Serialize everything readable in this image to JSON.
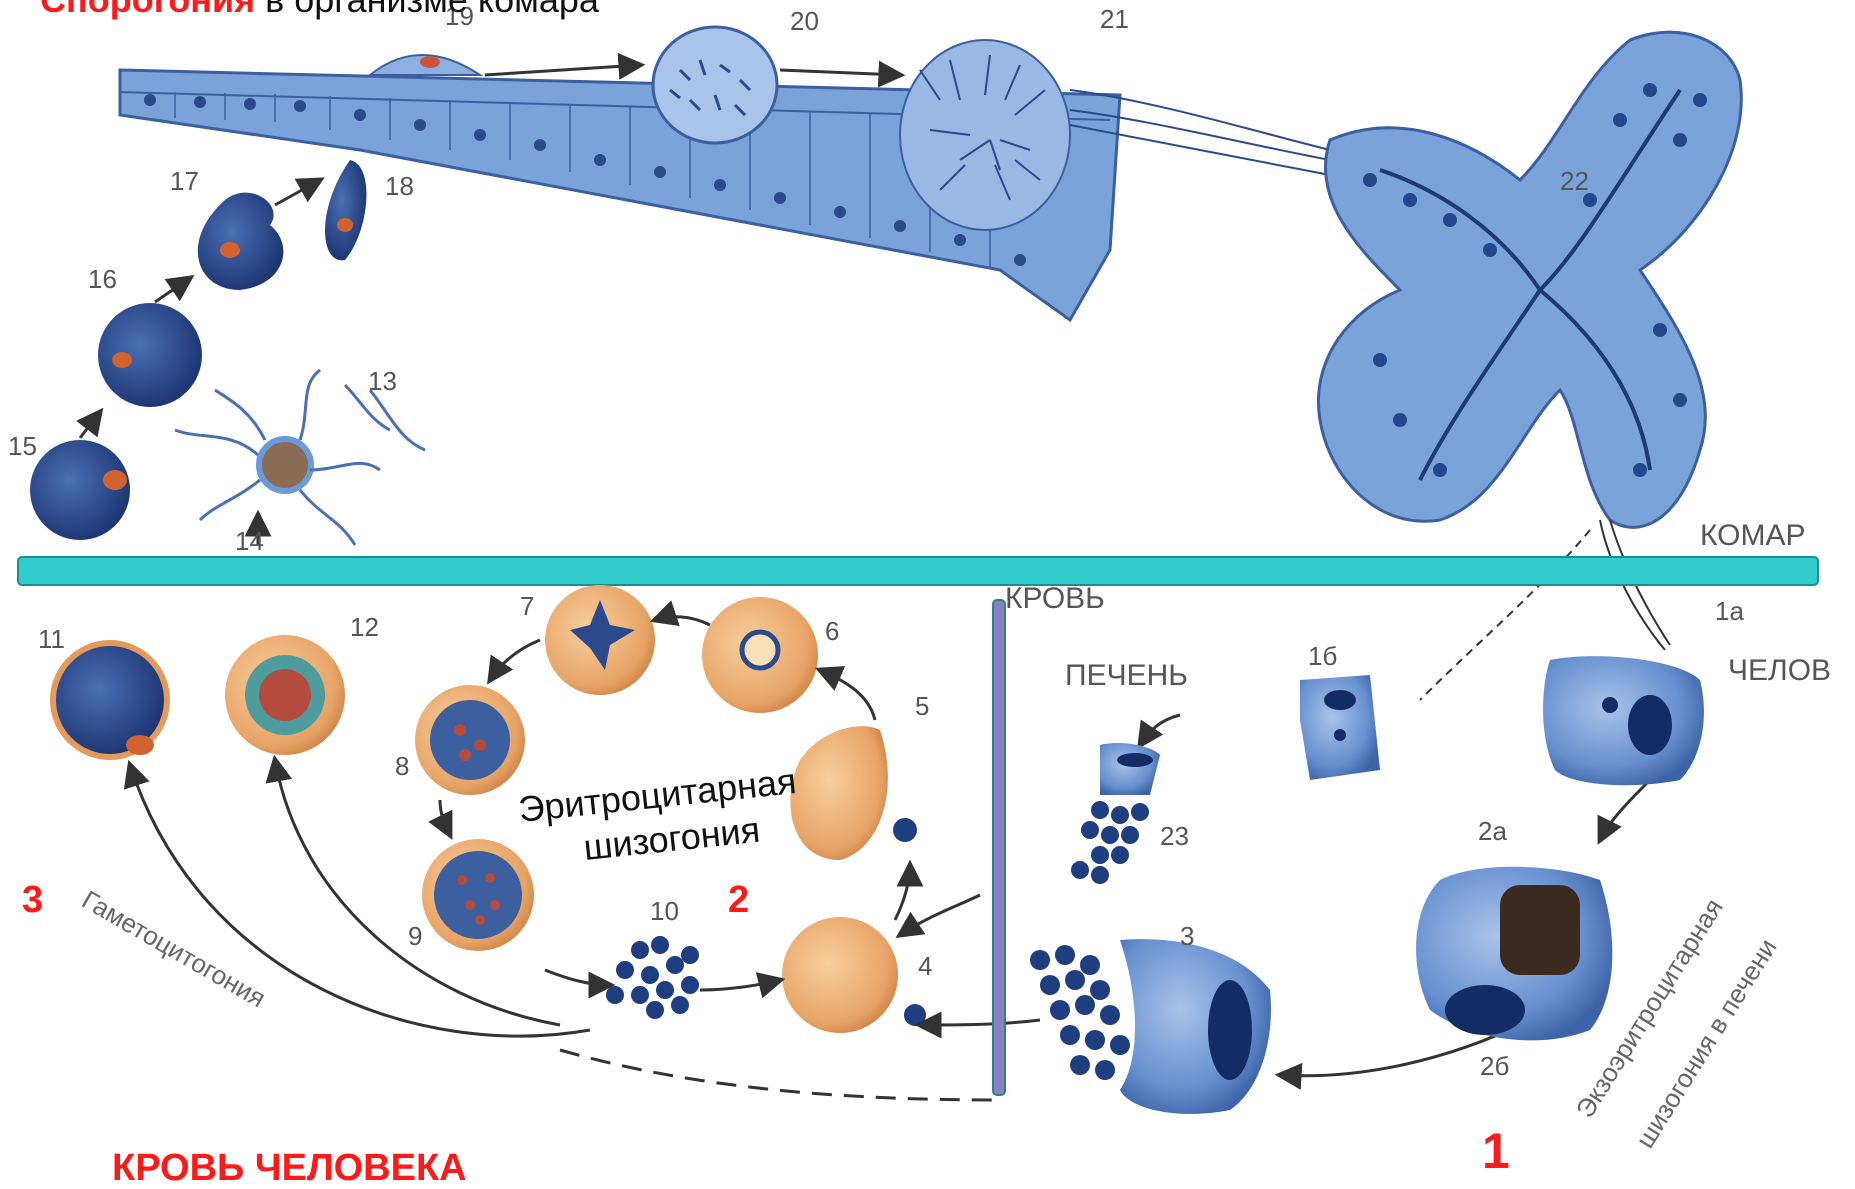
{
  "title": {
    "highlight": "Спорогония",
    "rest": " в организме комара"
  },
  "labels": {
    "mosquito": "КОМАР",
    "blood": "КРОВЬ",
    "human": "ЧЕЛОВ",
    "liver": "ПЕЧЕНЬ"
  },
  "stages": {
    "s1a": "1а",
    "s1b": "1б",
    "s2a": "2а",
    "s2b": "2б",
    "s3": "3",
    "s4": "4",
    "s5": "5",
    "s6": "6",
    "s7": "7",
    "s8": "8",
    "s9": "9",
    "s10": "10",
    "s11": "11",
    "s12": "12",
    "s13": "13",
    "s14": "14",
    "s15": "15",
    "s16": "16",
    "s17": "17",
    "s18": "18",
    "s19": "19",
    "s20": "20",
    "s21": "21",
    "s22": "22",
    "s23": "23"
  },
  "processes": {
    "erythro_line1": "Эритроцитарная",
    "erythro_line2": "шизогония",
    "gametocyto": "Гаметоцитогония",
    "exo_line1": "Экзоэритроцитарная",
    "exo_line2": "шизогония в печени"
  },
  "markers": {
    "m1": "1",
    "m2": "2",
    "m3": "3"
  },
  "footer": "КРОВЬ ЧЕЛОВЕКА",
  "colors": {
    "cell_blue": "#5b86c2",
    "cell_dark": "#213f7e",
    "rbc_orange": "#e9a66b",
    "divider_teal": "#33cccc",
    "divider_purple": "#8a7fc0",
    "accent_red": "#ff1a1a"
  }
}
